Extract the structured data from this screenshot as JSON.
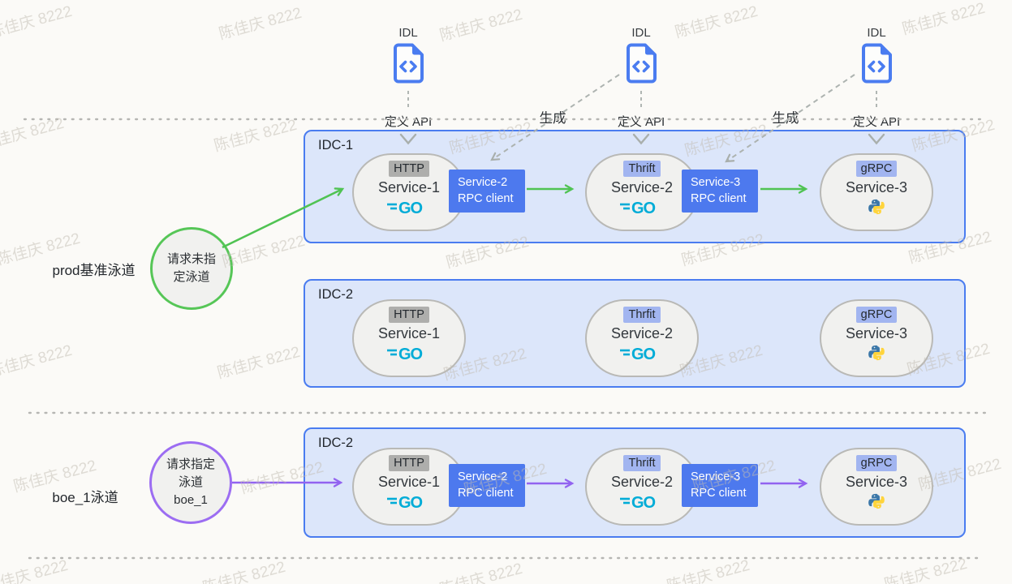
{
  "watermark": {
    "text": "陈佳庆 8222",
    "positions": [
      [
        -15,
        12
      ],
      [
        268,
        14
      ],
      [
        540,
        16
      ],
      [
        830,
        12
      ],
      [
        1110,
        8
      ],
      [
        -25,
        150
      ],
      [
        262,
        152
      ],
      [
        552,
        155
      ],
      [
        842,
        158
      ],
      [
        1122,
        152
      ],
      [
        -5,
        292
      ],
      [
        272,
        295
      ],
      [
        548,
        296
      ],
      [
        838,
        293
      ],
      [
        1118,
        290
      ],
      [
        -15,
        430
      ],
      [
        266,
        432
      ],
      [
        545,
        434
      ],
      [
        836,
        430
      ],
      [
        1116,
        428
      ],
      [
        15,
        572
      ],
      [
        295,
        574
      ],
      [
        570,
        576
      ],
      [
        852,
        572
      ],
      [
        1130,
        570
      ],
      [
        -20,
        695
      ],
      [
        248,
        697
      ],
      [
        540,
        699
      ],
      [
        820,
        695
      ],
      [
        1088,
        693
      ]
    ]
  },
  "logos": {
    "go_text": "GO"
  },
  "icons": {
    "idl_file": "idl-file-icon",
    "go": "go-logo-icon",
    "python": "python-logo-icon"
  },
  "idl_nodes": [
    {
      "label": "IDL",
      "caption": "定义 API"
    },
    {
      "label": "IDL",
      "caption": "定义 API"
    },
    {
      "label": "IDL",
      "caption": "定义 API"
    }
  ],
  "generate_labels": [
    "生成",
    "生成"
  ],
  "lanes": [
    {
      "side_label": "prod基准泳道",
      "request_lines": [
        "请求未指",
        "定泳道"
      ]
    },
    {
      "side_label": "boe_1泳道",
      "request_lines": [
        "请求指定",
        "泳道",
        "boe_1"
      ]
    }
  ],
  "idc_boxes": [
    {
      "title": "IDC-1",
      "services": [
        {
          "protocol": "HTTP",
          "name": "Service-1",
          "logo": "go"
        },
        {
          "protocol": "Thrift",
          "name": "Service-2",
          "logo": "go"
        },
        {
          "protocol": "gRPC",
          "name": "Service-3",
          "logo": "python"
        }
      ],
      "rpc_clients": [
        [
          "Service-2",
          "RPC client"
        ],
        [
          "Service-3",
          "RPC client"
        ]
      ]
    },
    {
      "title": "IDC-2",
      "services": [
        {
          "protocol": "HTTP",
          "name": "Service-1",
          "logo": "go"
        },
        {
          "protocol": "Thrfit",
          "name": "Service-2",
          "logo": "go"
        },
        {
          "protocol": "gRPC",
          "name": "Service-3",
          "logo": "python"
        }
      ],
      "rpc_clients": []
    },
    {
      "title": "IDC-2",
      "services": [
        {
          "protocol": "HTTP",
          "name": "Service-1",
          "logo": "go"
        },
        {
          "protocol": "Thrift",
          "name": "Service-2",
          "logo": "go"
        },
        {
          "protocol": "gRPC",
          "name": "Service-3",
          "logo": "python"
        }
      ],
      "rpc_clients": [
        [
          "Service-2",
          "RPC client"
        ],
        [
          "Service-3",
          "RPC client"
        ]
      ]
    }
  ],
  "colors": {
    "page_bg": "#fbfaf7",
    "idc_fill": "#dce6fa",
    "idc_border": "#4a7cf0",
    "oval_fill": "#f1f1ef",
    "oval_border": "#b9b9b6",
    "badge_gray": "#aeaeac",
    "badge_blue": "#a2b5f0",
    "rpc_box": "#4d79ee",
    "green_arrow": "#50c353",
    "purple_arrow": "#9263f0",
    "dashed_gray": "#adb3b0",
    "idl_blue": "#4a7cf0",
    "go_cyan": "#00acd7"
  }
}
